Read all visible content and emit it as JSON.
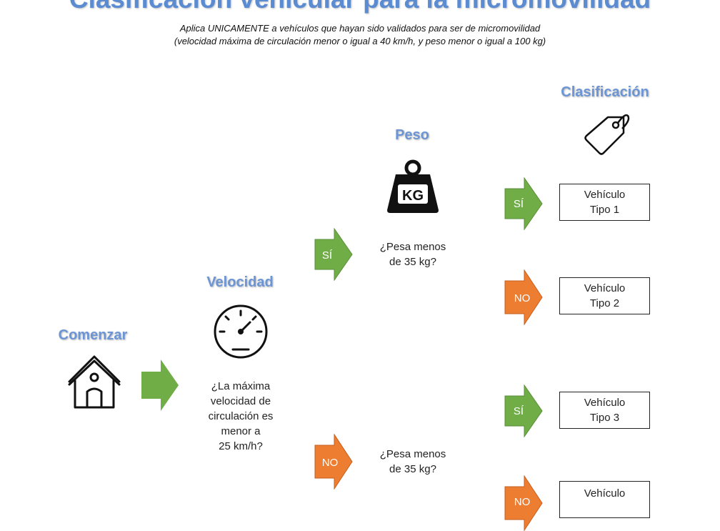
{
  "title": "Clasificación vehicular para la micromovilidad",
  "subtitle": {
    "line1": "Aplica UNICAMENTE a vehículos que hayan sido validados para ser de micromovilidad",
    "line2": "(velocidad máxima de circulación menor o igual a 40 km/h, y peso menor o igual a 100 kg)"
  },
  "headings": {
    "start": "Comenzar",
    "speed": "Velocidad",
    "weight": "Peso",
    "classification": "Clasificación"
  },
  "questions": {
    "speed": [
      "¿La máxima",
      "velocidad de",
      "circulación es",
      "menor a",
      "25 km/h?"
    ],
    "weight_yes": [
      "¿Pesa menos",
      "de 35 kg?"
    ],
    "weight_no": [
      "¿Pesa menos",
      "de 35 kg?"
    ]
  },
  "arrows": {
    "yes": "SÍ",
    "no": "NO"
  },
  "icons": {
    "start": "house-icon",
    "speed": "speedometer-icon",
    "weight": "weight-kg-icon",
    "classification": "price-tag-icon",
    "weight_icon_text": "KG"
  },
  "results": [
    [
      "Vehículo",
      "Tipo 1"
    ],
    [
      "Vehículo",
      "Tipo 2"
    ],
    [
      "Vehículo",
      "Tipo 3"
    ],
    [
      "Vehículo",
      ""
    ]
  ],
  "colors": {
    "yes_arrow": "#70ad47",
    "no_arrow": "#ed7d31",
    "heading": "#6b95d4"
  }
}
